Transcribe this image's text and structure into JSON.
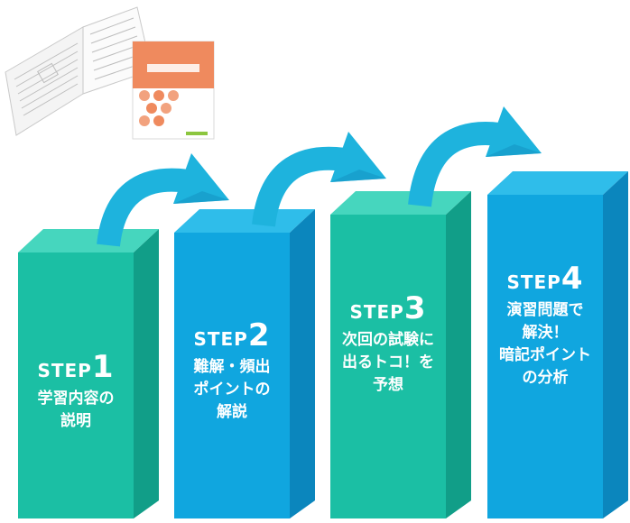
{
  "colors": {
    "green_front": "#1bbfa4",
    "green_top": "#46d6be",
    "green_side": "#119e88",
    "blue_front": "#10a6df",
    "blue_top": "#2fbdea",
    "blue_side": "#0b86bd",
    "arrow": "#1eb3dd",
    "arrow_dark": "#1495c4",
    "booklet": "#ef8a5e"
  },
  "steps": [
    {
      "prefix": "STEP",
      "number": "1",
      "description": "学習内容の\n説明",
      "color": "green"
    },
    {
      "prefix": "STEP",
      "number": "2",
      "description": "難解・頻出\nポイントの\n解説",
      "color": "blue"
    },
    {
      "prefix": "STEP",
      "number": "3",
      "description": "次回の試験に\n出るトコ！を\n予想",
      "color": "green"
    },
    {
      "prefix": "STEP",
      "number": "4",
      "description": "演習問題で\n解決！\n暗記ポイント\nの分析",
      "color": "blue"
    }
  ],
  "arrows": [
    {
      "from": 1,
      "to": 2,
      "icon": "curved-arrow-icon"
    },
    {
      "from": 2,
      "to": 3,
      "icon": "curved-arrow-icon"
    },
    {
      "from": 3,
      "to": 4,
      "icon": "curved-arrow-icon"
    }
  ],
  "illustration": {
    "icon": "textbook-and-booklet-icon"
  }
}
